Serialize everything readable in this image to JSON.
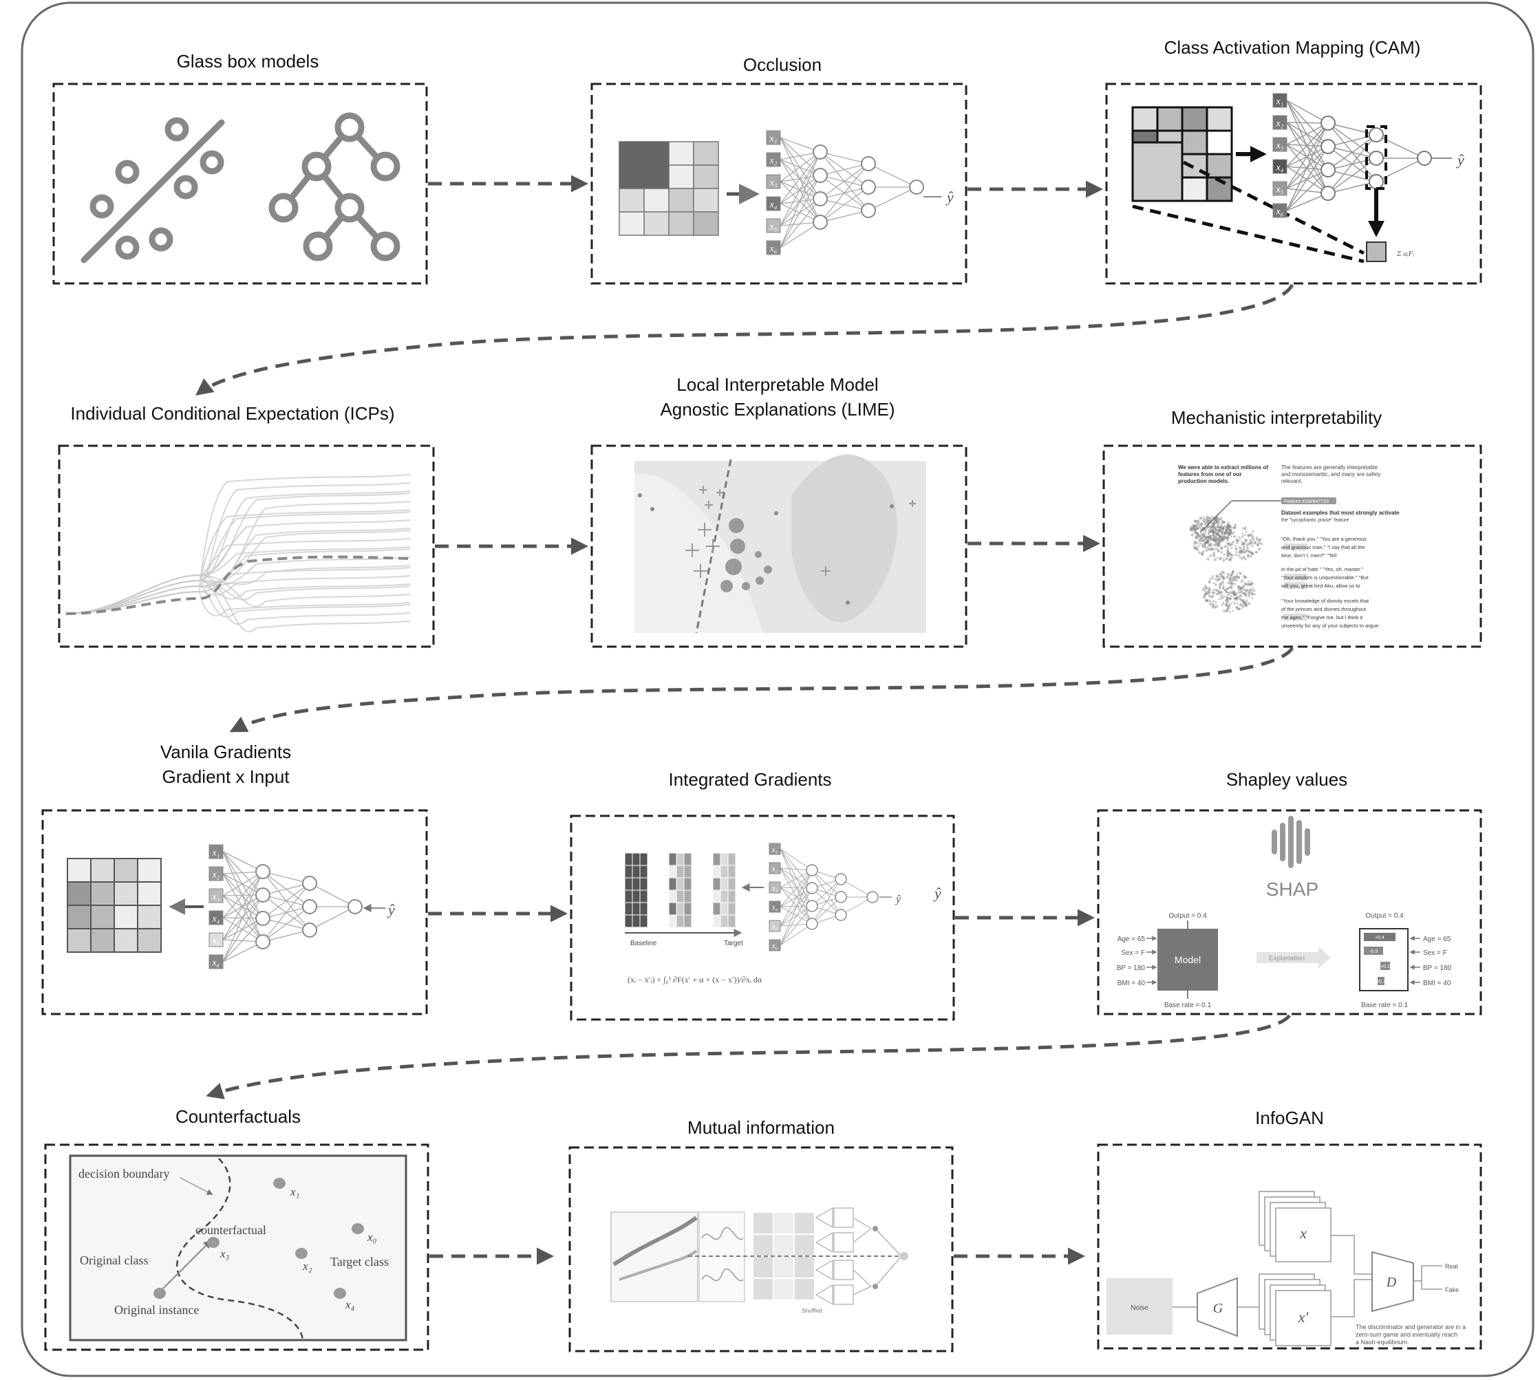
{
  "panels": {
    "glass": {
      "title": "Glass box models"
    },
    "occlusion": {
      "title": "Occlusion",
      "y_hat": "ŷ"
    },
    "cam": {
      "title": "Class Activation Mapping (CAM)",
      "y_hat": "ŷ",
      "sum_label": "Σ αᵢFᵢ"
    },
    "icp": {
      "title": "Individual Conditional Expectation (ICPs)"
    },
    "lime": {
      "title_line1": "Local Interpretable Model",
      "title_line2": "Agnostic Explanations (LIME)"
    },
    "mech": {
      "title": "Mechanistic interpretability",
      "left_text": [
        "We were able to extract millions of",
        "features from one of our",
        "production models."
      ],
      "right_text": [
        "The features are generally interpretable",
        "and monosemantic, and many are safety",
        "relevant."
      ],
      "feature_tag": "Feature #1M/847723",
      "dataset_line1": "Dataset examples that most strongly activate",
      "dataset_line2": "the \"sycophantic praise\" feature",
      "examples": [
        "\"Oh, thank you.\" \"You are a generous",
        "and gracious man.\" \"I say that all the",
        "time, don't I, men?\" \"Tell",
        "in the pit of hate.\" \"Yes, oh, master.\"",
        "\"Your wisdom is unquestionable.\" \"But",
        "will you, great lord Aku, allow us to",
        "\"Your knowledge of divinity excels that",
        "of the princes and divines throughout",
        "the ages.\" \"Forgive me, but I think it",
        "unseemly for any of your subjects to argue"
      ]
    },
    "vanilla": {
      "title_line1": "Vanila Gradients",
      "title_line2": "Gradient x Input",
      "y_hat": "ŷ"
    },
    "ig": {
      "title": "Integrated Gradients",
      "baseline": "Baseline",
      "target": "Target",
      "y_hat": "ŷ",
      "formula": "(xᵢ − x′ᵢ) × ∫₀¹ ∂F(x′ + α × (x − x′))/∂xᵢ dα"
    },
    "shap": {
      "title": "Shapley values",
      "logo": "SHAP",
      "output": "Output = 0.4",
      "base_rate": "Base rate = 0.1",
      "model": "Model",
      "explanation": "Explanation",
      "features": [
        "Age = 65",
        "Sex = F",
        "BP = 180",
        "BMI = 40"
      ],
      "bar_values": [
        "+0.4",
        "-0.3",
        "+0.1",
        "+0.1"
      ]
    },
    "cf": {
      "title": "Counterfactuals",
      "decision_boundary": "decision boundary",
      "counterfactual": "counterfactual",
      "original_class": "Original class",
      "target_class": "Target class",
      "original_instance": "Original instance",
      "x1": "x₁",
      "x0": "x₀",
      "x2": "x₂",
      "x3": "x₃",
      "x4": "x₄"
    },
    "mi": {
      "title": "Mutual information",
      "shuffled": "Shuffled"
    },
    "infogan": {
      "title": "InfoGAN",
      "noise": "Noise",
      "g": "G",
      "d": "D",
      "x": "x",
      "x_prime": "x′",
      "real": "Real",
      "fake": "Fake",
      "caption_line1": "The discriminator and generator are in a",
      "caption_line2": "zero-sum game and eventually reach",
      "caption_line3": "a Nash-equilibrium."
    }
  },
  "nn_inputs": [
    "x₁",
    "x₂",
    "x₃",
    "x₄",
    "x₅",
    "x₆"
  ]
}
